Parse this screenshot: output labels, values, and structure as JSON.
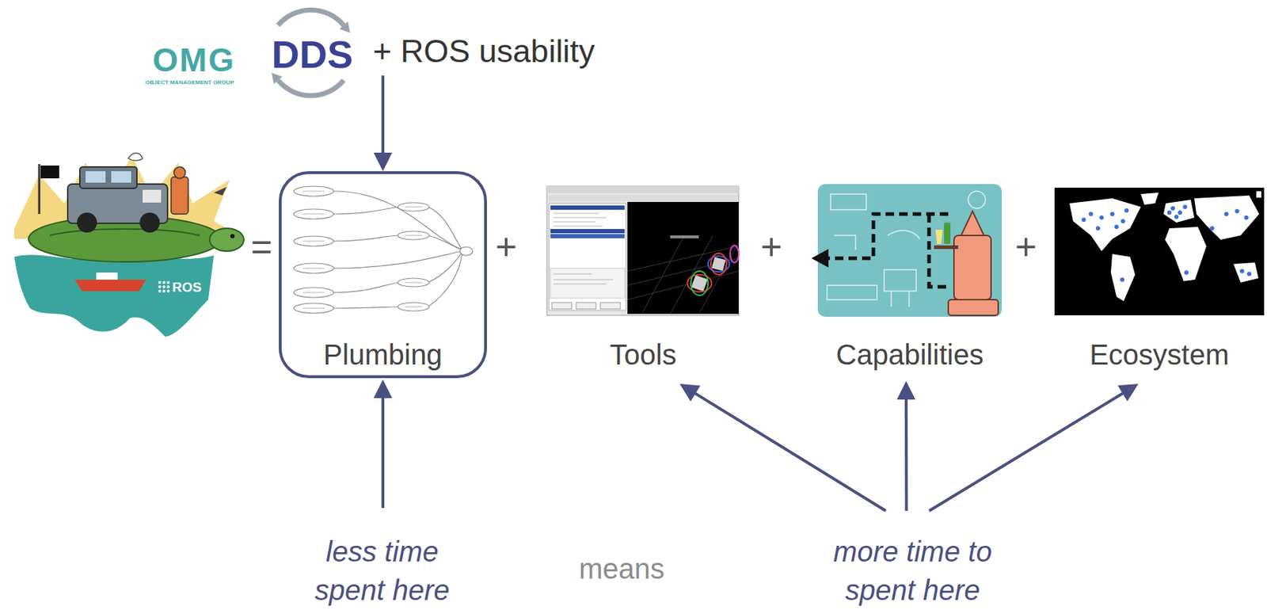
{
  "diagram": {
    "nodes": [
      {
        "text": [
          "+ ROS usability"
        ]
      },
      {
        "text": [
          "Plumbing"
        ]
      },
      {
        "text": [
          "Tools"
        ]
      },
      {
        "text": [
          "Capabilities"
        ]
      },
      {
        "text": [
          "Ecosystem"
        ]
      },
      {
        "text": [
          "less time spent here"
        ]
      },
      {
        "text": [
          "more time to spent here"
        ]
      }
    ],
    "edges": [
      {
        "from": 0,
        "to": 1,
        "arrow": "to"
      },
      {
        "from": 5,
        "to": 1,
        "arrow": "to"
      },
      {
        "from": 6,
        "to": 2,
        "arrow": "to"
      },
      {
        "from": 6,
        "to": 3,
        "arrow": "to"
      },
      {
        "from": 6,
        "to": 4,
        "arrow": "to"
      }
    ],
    "labels": [
      "OMG",
      "OBJECT MANAGEMENT GROUP",
      "DDS",
      "ROS",
      "=",
      "+",
      "+",
      "+",
      "means"
    ]
  }
}
